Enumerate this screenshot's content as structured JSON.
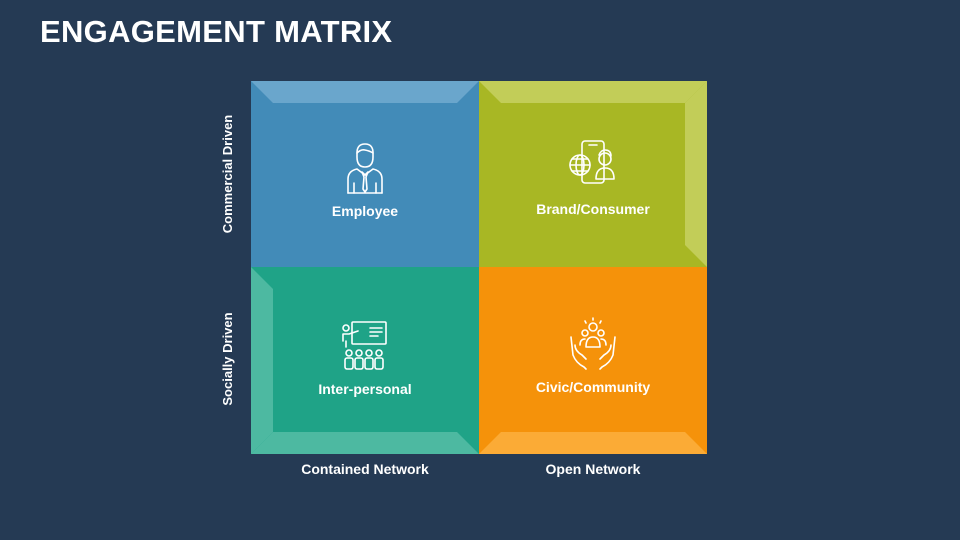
{
  "title": "ENGAGEMENT MATRIX",
  "y_axis": {
    "top_label": "Commercial Driven",
    "bottom_label": "Socially Driven"
  },
  "x_axis": {
    "left_label": "Contained Network",
    "right_label": "Open Network"
  },
  "quadrants": [
    {
      "label": "Employee",
      "icon": "businessman-icon",
      "color": "#428bb8",
      "bevel": "#6aa6cc"
    },
    {
      "label": "Brand/Consumer",
      "icon": "phone-globe-user-icon",
      "color": "#a8b724",
      "bevel": "#c2cd58"
    },
    {
      "label": "Inter-personal",
      "icon": "presentation-audience-icon",
      "color": "#1fa387",
      "bevel": "#4db9a1"
    },
    {
      "label": "Civic/Community",
      "icon": "hands-community-icon",
      "color": "#f5920a",
      "bevel": "#fbab36"
    }
  ],
  "colors": {
    "background": "#253a54",
    "text": "#ffffff"
  }
}
